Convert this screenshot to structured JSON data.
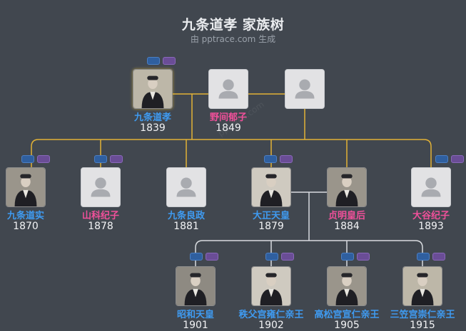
{
  "header": {
    "title": "九条道孝 家族树",
    "subtitle": "由 pptrace.com 生成",
    "watermark": "pptrace.com"
  },
  "colors": {
    "background": "#41474f",
    "line_gold": "#e2b236",
    "line_white": "#d9dce0",
    "male": "#3f9bf1",
    "female": "#f0509a",
    "focus_border": "#f2c130"
  },
  "people": [
    {
      "id": "p1",
      "name": "九条道孝",
      "year": "1839",
      "gender": "male",
      "avatar": "photo",
      "focus": true
    },
    {
      "id": "p2",
      "name": "野间郁子",
      "year": "1849",
      "gender": "female",
      "avatar": "placeholder"
    },
    {
      "id": "p3",
      "name": "",
      "year": "",
      "gender": "unknown",
      "avatar": "placeholder"
    },
    {
      "id": "c1",
      "name": "九条道实",
      "year": "1870",
      "gender": "male",
      "avatar": "photo"
    },
    {
      "id": "c2",
      "name": "山科纪子",
      "year": "1878",
      "gender": "female",
      "avatar": "placeholder"
    },
    {
      "id": "c3",
      "name": "九条良政",
      "year": "1881",
      "gender": "male",
      "avatar": "placeholder"
    },
    {
      "id": "c4",
      "name": "大正天皇",
      "year": "1879",
      "gender": "male",
      "avatar": "photo"
    },
    {
      "id": "c5",
      "name": "贞明皇后",
      "year": "1884",
      "gender": "female",
      "avatar": "photo"
    },
    {
      "id": "c6",
      "name": "大谷纪子",
      "year": "1893",
      "gender": "female",
      "avatar": "placeholder"
    },
    {
      "id": "g1",
      "name": "昭和天皇",
      "year": "1901",
      "gender": "male",
      "avatar": "photo"
    },
    {
      "id": "g2",
      "name": "秩父宫雍仁亲王",
      "year": "1902",
      "gender": "male",
      "avatar": "photo"
    },
    {
      "id": "g3",
      "name": "高松宫宣仁亲王",
      "year": "1905",
      "gender": "male",
      "avatar": "photo"
    },
    {
      "id": "g4",
      "name": "三笠宫崇仁亲王",
      "year": "1915",
      "gender": "male",
      "avatar": "photo"
    }
  ]
}
